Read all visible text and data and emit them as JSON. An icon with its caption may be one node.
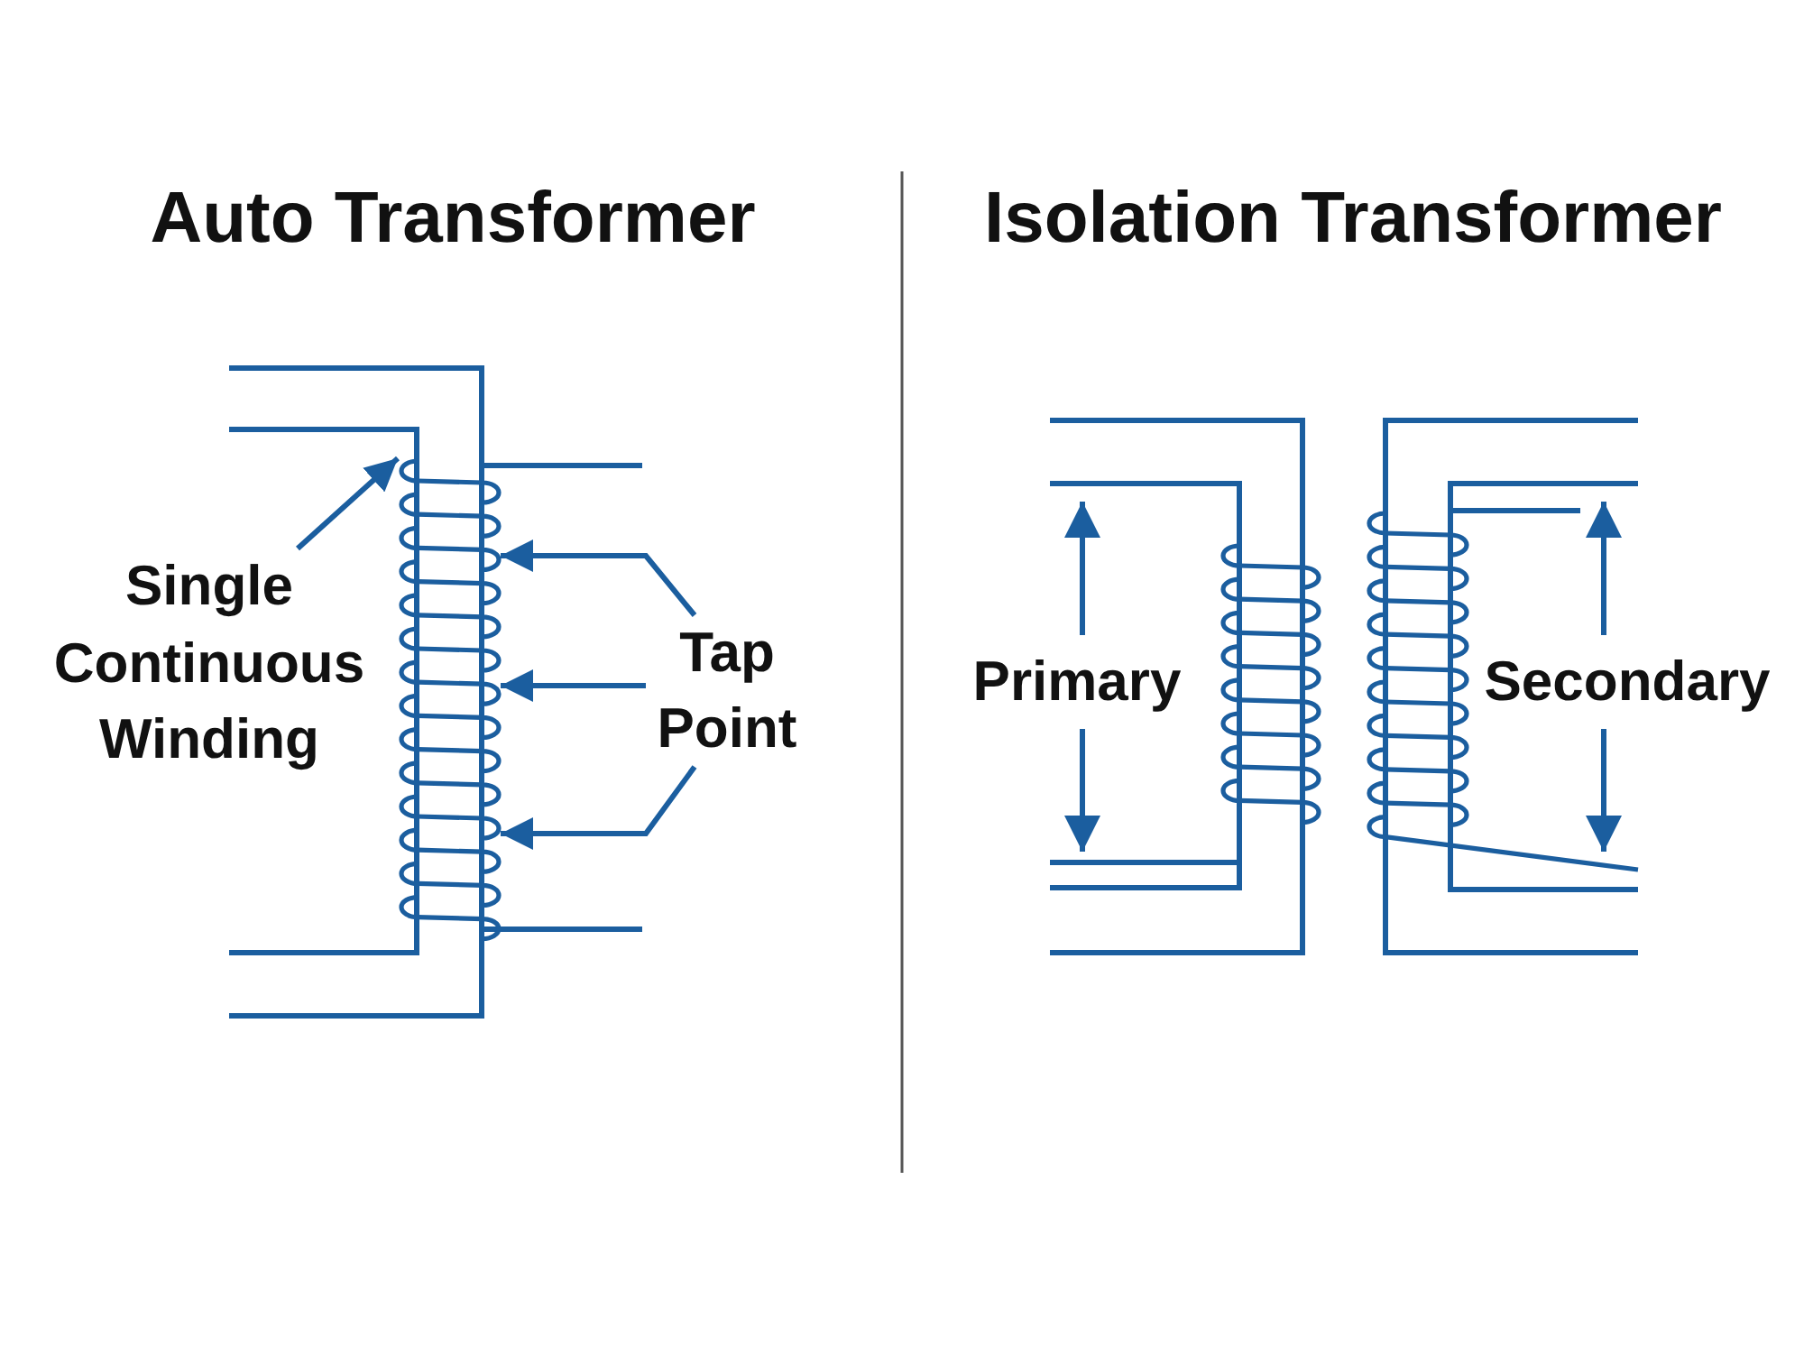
{
  "diagram": {
    "nodes": [
      {
        "text": [
          "Single Continuous Winding"
        ]
      },
      {
        "text": [],
        "shape": "coil"
      },
      {
        "text": [
          "Tap Point"
        ]
      }
    ],
    "edges": [
      {
        "from": 0,
        "to": 1,
        "arrow": "to"
      },
      {
        "from": 2,
        "to": 1,
        "arrow": "to"
      },
      {
        "from": 2,
        "to": 1,
        "arrow": "to"
      },
      {
        "from": 2,
        "to": 1,
        "arrow": "to"
      }
    ],
    "labels": [
      "Auto Transformer",
      "Isolation Transformer",
      "Primary",
      "Secondary"
    ]
  }
}
